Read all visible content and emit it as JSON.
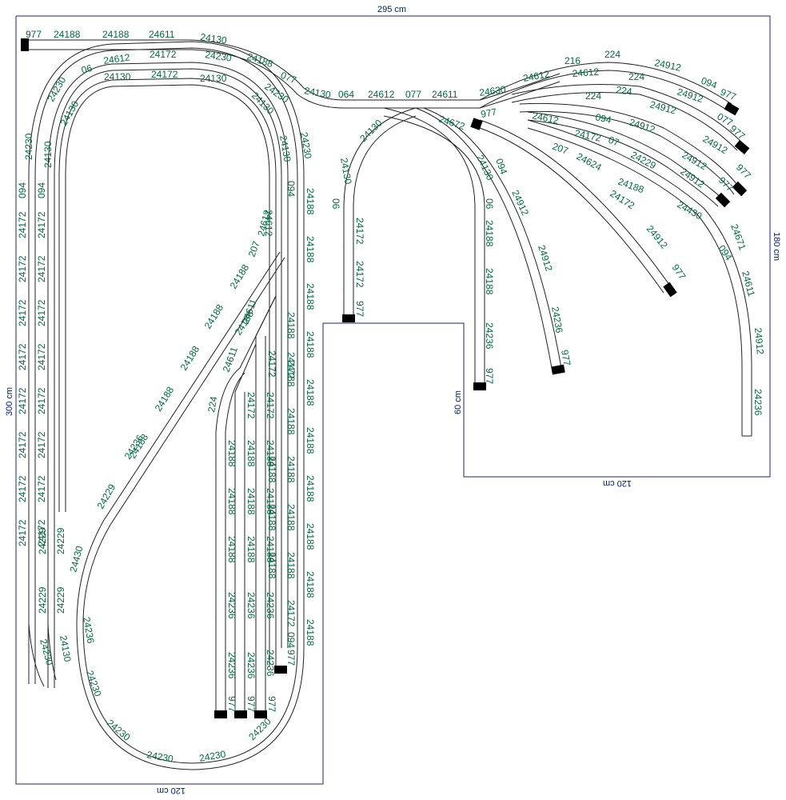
{
  "dimensions": {
    "top": "295 cm",
    "right": "180 cm",
    "left": "300 cm",
    "bottom": "120 cm",
    "inner_vertical": "60 cm",
    "inner_horizontal": "120 cm"
  },
  "labels": {
    "top_row": [
      "977",
      "24188",
      "24188",
      "24611",
      "24130",
      "24188",
      "077",
      "24130",
      "064",
      "24612",
      "077",
      "24611"
    ],
    "top_ring": [
      "06",
      "24612",
      "24172",
      "24230",
      "24130",
      "24172",
      "24130",
      "24230",
      "24130"
    ],
    "left_outer": [
      "24230",
      "24230",
      "094",
      "24172",
      "24172",
      "24172",
      "24172",
      "24172",
      "24172",
      "24172",
      "24172",
      "24229",
      "24229",
      "24230"
    ],
    "left_inner": [
      "24130",
      "24130",
      "094",
      "24172",
      "24172",
      "24172",
      "24172",
      "24172",
      "24172",
      "24172",
      "24172",
      "24229",
      "24229",
      "24130"
    ],
    "right_outer": [
      "24230",
      "24188",
      "24188",
      "24188",
      "24188",
      "24188",
      "24188",
      "24188",
      "24188",
      "24188",
      "24188",
      "24188",
      "24188"
    ],
    "right_inner": [
      "24130",
      "094",
      "24612",
      "24188",
      "24188",
      "24188",
      "24188",
      "24188",
      "24188",
      "24188",
      "24172",
      "24172",
      "094",
      "977"
    ],
    "diagonal": [
      "24188",
      "24188",
      "24188",
      "24188",
      "24188",
      "24188",
      "24236",
      "24229",
      "24430",
      "24236",
      "24230",
      "24230",
      "24230",
      "24230",
      "24230"
    ],
    "yard_tracks": [
      "207",
      "24612",
      "24611",
      "24611",
      "224",
      "24172",
      "24172",
      "24172",
      "24188",
      "24188",
      "24188",
      "24188",
      "24188",
      "24188",
      "24188",
      "24188",
      "24188",
      "24236",
      "24236",
      "24236",
      "24236",
      "24236",
      "24236",
      "977",
      "977",
      "977"
    ],
    "branch_left": [
      "24130",
      "24130",
      "06",
      "24172",
      "24172",
      "977"
    ],
    "branch_mid": [
      "24672",
      "24130",
      "06",
      "094",
      "24188",
      "24188",
      "24236",
      "977"
    ],
    "branch_curve": [
      "24912",
      "24912",
      "24236",
      "977"
    ],
    "fan_tracks": [
      "24630",
      "24612",
      "216",
      "224",
      "24912",
      "094",
      "977",
      "24612",
      "224",
      "24912",
      "077",
      "977",
      "224",
      "224",
      "24912",
      "24912",
      "977",
      "977",
      "24612",
      "094",
      "24912",
      "24912",
      "977",
      "24172",
      "07",
      "24229",
      "24912",
      "207",
      "24624",
      "24188",
      "24430",
      "24172",
      "24912",
      "977",
      "24671",
      "094",
      "24611",
      "24912",
      "24236"
    ]
  }
}
